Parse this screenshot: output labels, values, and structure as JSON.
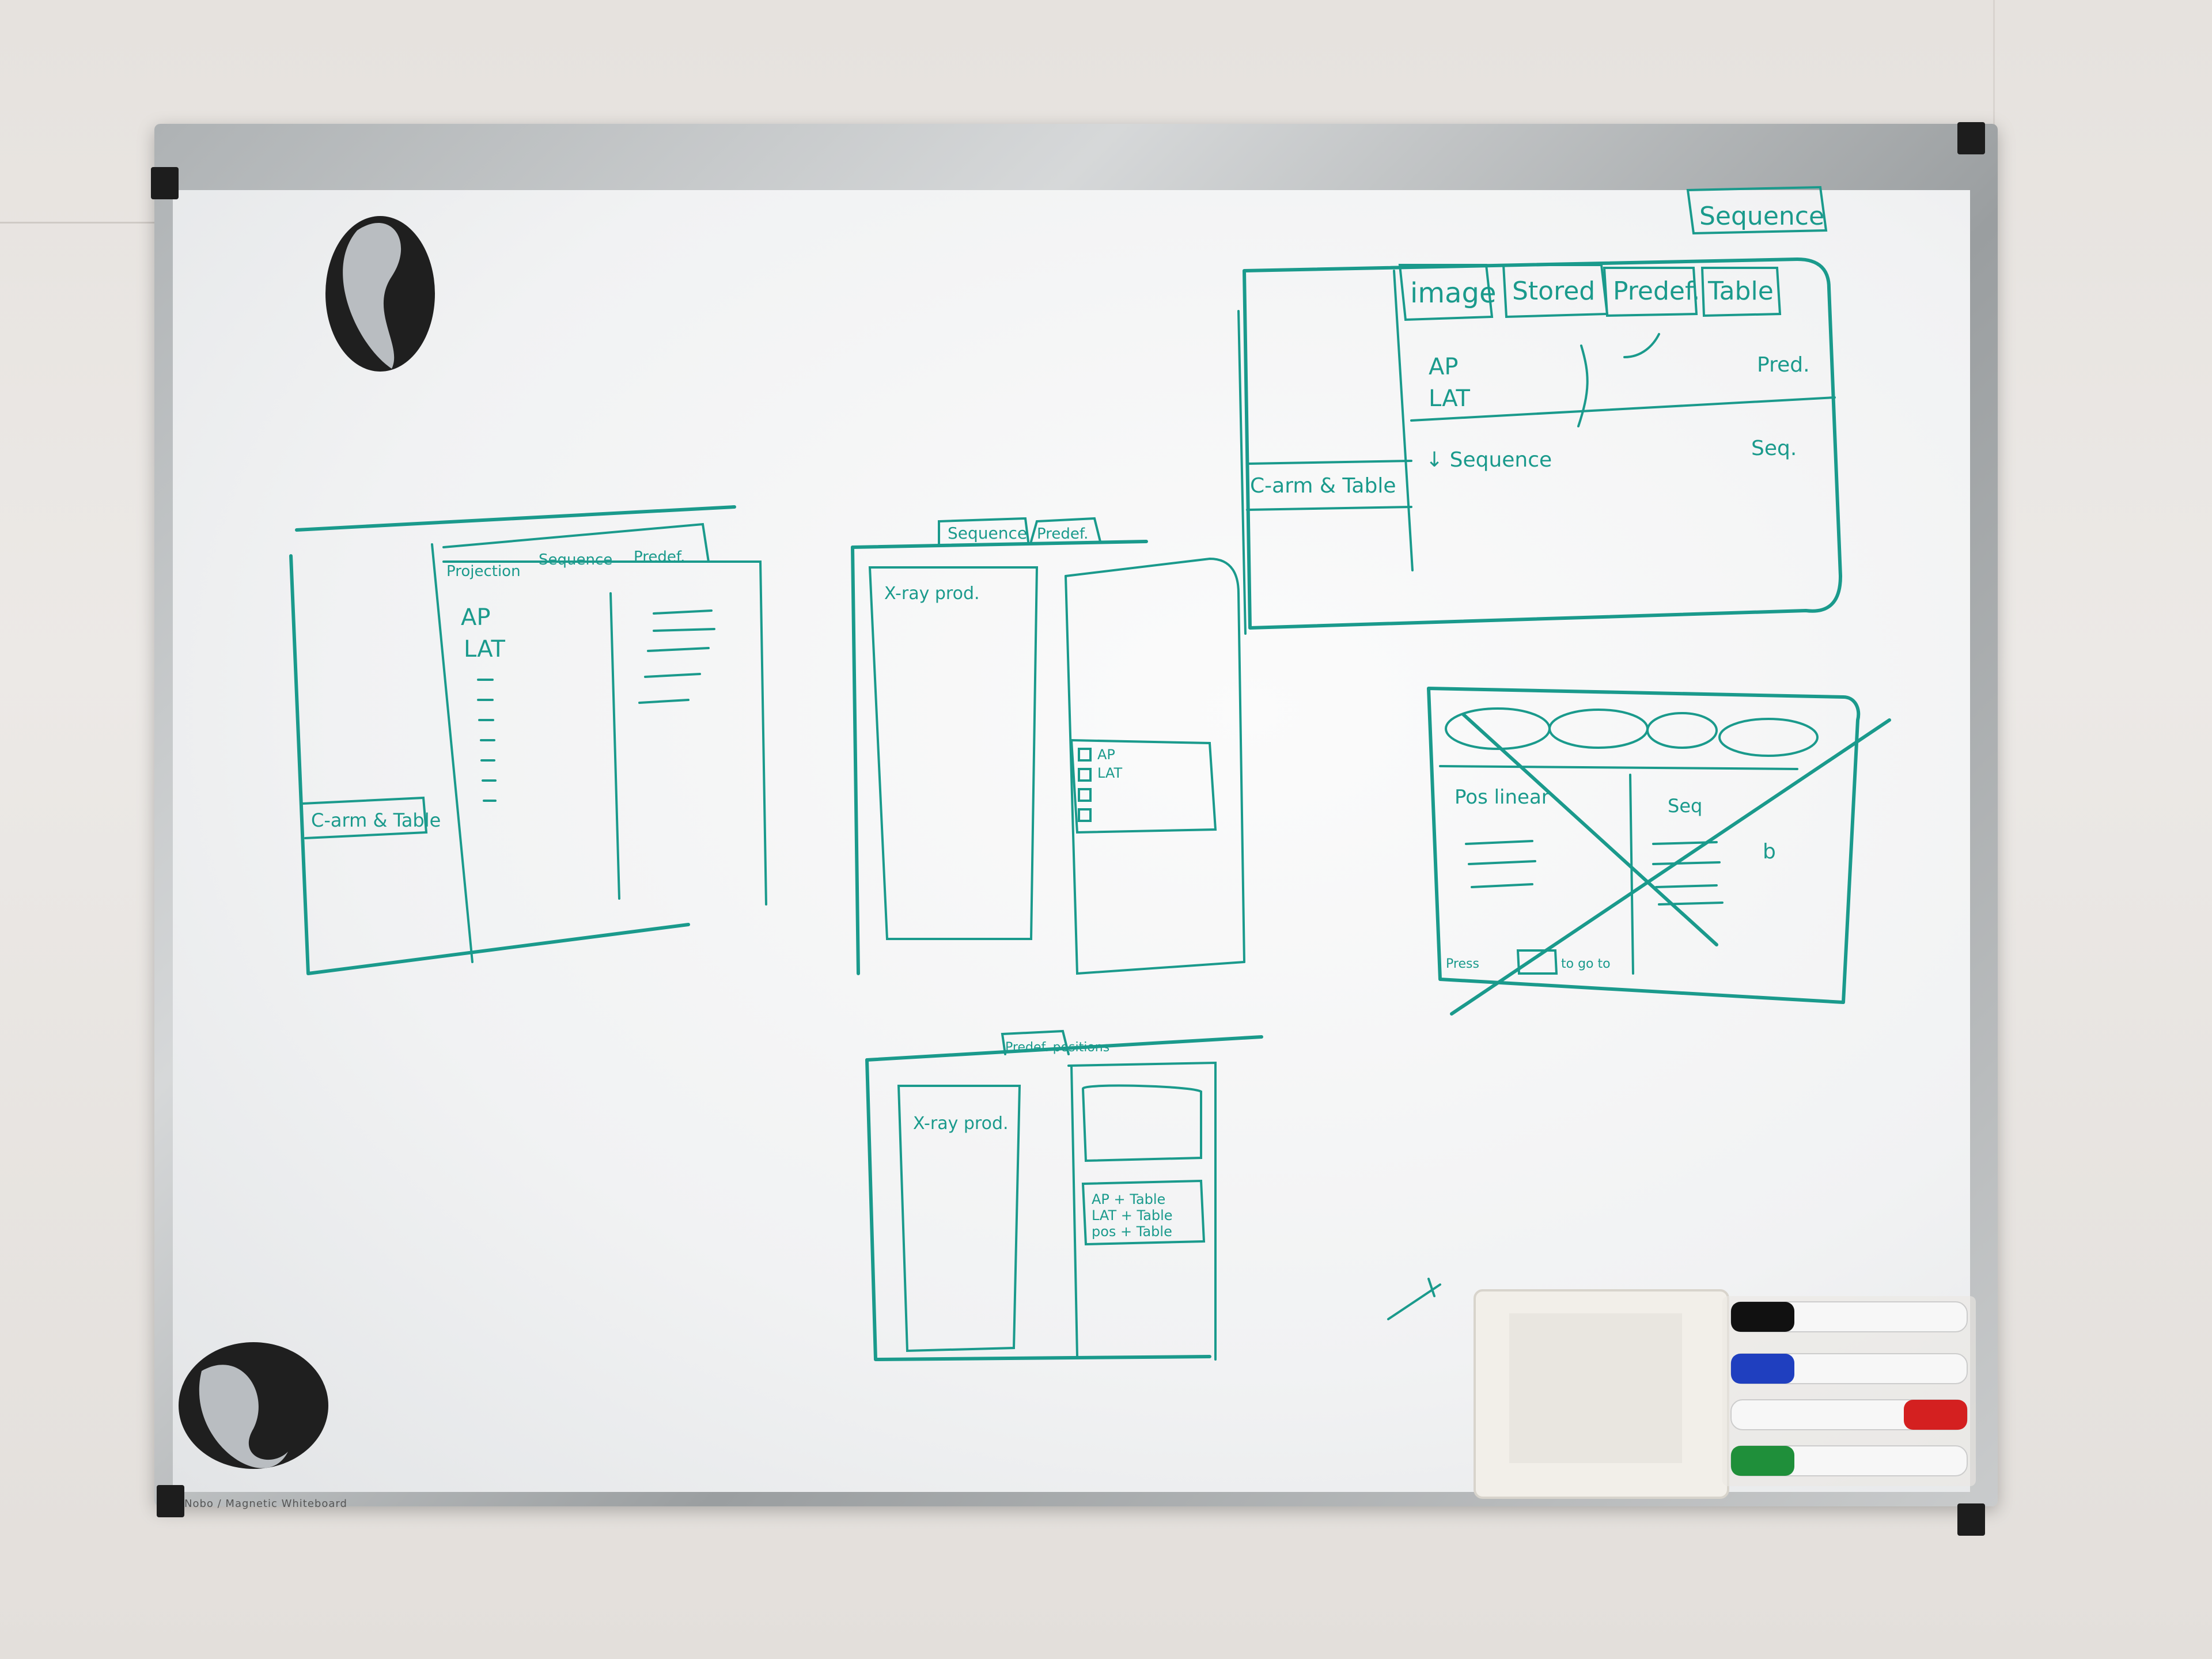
{
  "board": {
    "brand_text": "Nobo / Magnetic Whiteboard"
  },
  "sketch_top_right": {
    "tab_sequence": "Sequence",
    "tab_image": "image",
    "tab_stored": "Stored",
    "tab_predef": "Predef.",
    "tab_table": "Table",
    "label_ap": "AP",
    "label_lat": "LAT",
    "label_pred": "Pred.",
    "label_seq": "Seq.",
    "label_sequence_row": "↓ Sequence",
    "button_carm": "C-arm & Table"
  },
  "sketch_left": {
    "tab_projection": "Projection",
    "tab_sequence": "Sequence",
    "tab_predef": "Predef.",
    "label_ap": "AP",
    "label_lat": "LAT",
    "button_carm": "C-arm & Table"
  },
  "sketch_middle": {
    "tab_sequence": "Sequence",
    "tab_predef": "Predef.",
    "label_xray": "X-ray prod.",
    "label_ap": "AP",
    "label_lat": "LAT"
  },
  "sketch_bottom": {
    "tab_predef_positions": "Predef. positions",
    "label_xray": "X-ray prod.",
    "row_ap": "AP + Table",
    "row_lat": "LAT + Table",
    "row_pos": "pos + Table"
  },
  "sketch_crossed": {
    "label_pos_linear": "Pos linear",
    "label_seq": "Seq",
    "label_b": "b",
    "label_press": "Press",
    "label_goto": "to go to"
  },
  "marker_colors": [
    "#111111",
    "#1f3fbf",
    "#d42020",
    "#1f8f3a"
  ]
}
